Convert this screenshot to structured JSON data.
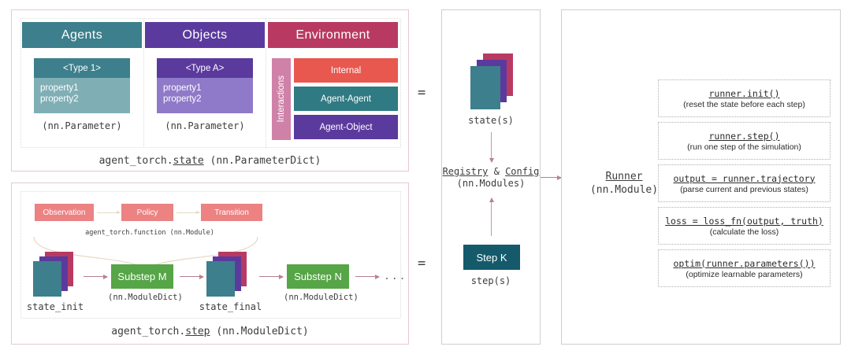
{
  "colors": {
    "teal_head": "#3d7f8c",
    "teal_body": "#7fafb5",
    "purple_head": "#5b3a9e",
    "purple_body": "#8f7ac9",
    "crimson_head": "#b83a63",
    "interactions": "#d081a8",
    "internal": "#e8584f",
    "agent_agent": "#2f7a83",
    "agent_object": "#5b3a9e",
    "substep_green": "#56a546",
    "function_red": "#ec8282",
    "step_k": "#145a6b",
    "arrow": "#b9808f",
    "panel_border_pink": "#e8c9cf",
    "panel_border_gray": "#cfcfcf"
  },
  "state_panel": {
    "columns": [
      {
        "header": "Agents",
        "type_label": "<Type 1>",
        "properties": "property1\nproperty2",
        "property_lines": [
          "property1",
          "property2"
        ],
        "footer": "(nn.Parameter)"
      },
      {
        "header": "Objects",
        "type_label": "<Type A>",
        "properties": "property1\nproperty2",
        "property_lines": [
          "property1",
          "property2"
        ],
        "footer": "(nn.Parameter)"
      },
      {
        "header": "Environment",
        "interactions_label": "Interactions",
        "interaction_boxes": [
          "Internal",
          "Agent-Agent",
          "Agent-Object"
        ]
      }
    ],
    "caption_prefix": "agent_torch.",
    "caption_underlined": "state",
    "caption_suffix": " (nn.ParameterDict)"
  },
  "step_panel": {
    "function_boxes": [
      "Observation",
      "Policy",
      "Transition"
    ],
    "function_caption": "agent_torch.function (nn.Module)",
    "state_init_label": "state_init",
    "state_final_label": "state_final",
    "substep_m": "Substep M",
    "substep_n": "Substep N",
    "module_dict_label": "(nn.ModuleDict)",
    "ellipsis": "...",
    "caption_prefix": "agent_torch.",
    "caption_underlined": "step",
    "caption_suffix": " (nn.ModuleDict)"
  },
  "middle_panel": {
    "states_label": "state(s)",
    "registry_text_1": "Registry",
    "registry_text_amp": " & ",
    "registry_text_2": "Config",
    "registry_sub": "(nn.Modules)",
    "step_k_label": "Step K",
    "steps_label": "step(s)"
  },
  "runner_panel": {
    "title": "Runner",
    "subtitle": "(nn.Module)",
    "api_items": [
      {
        "signature": "runner.init()",
        "description": "(reset the state before each step)"
      },
      {
        "signature": "runner.step()",
        "description": "(run one step of the simulation)"
      },
      {
        "signature": "output = runner.trajectory",
        "description": "(parse current and previous states)"
      },
      {
        "signature": "loss = loss_fn(output, truth)",
        "description": "(calculate the loss)"
      },
      {
        "signature": "optim(runner.parameters())",
        "description": "(optimize learnable parameters)"
      }
    ]
  },
  "equals": {
    "top": "=",
    "bottom": "="
  }
}
